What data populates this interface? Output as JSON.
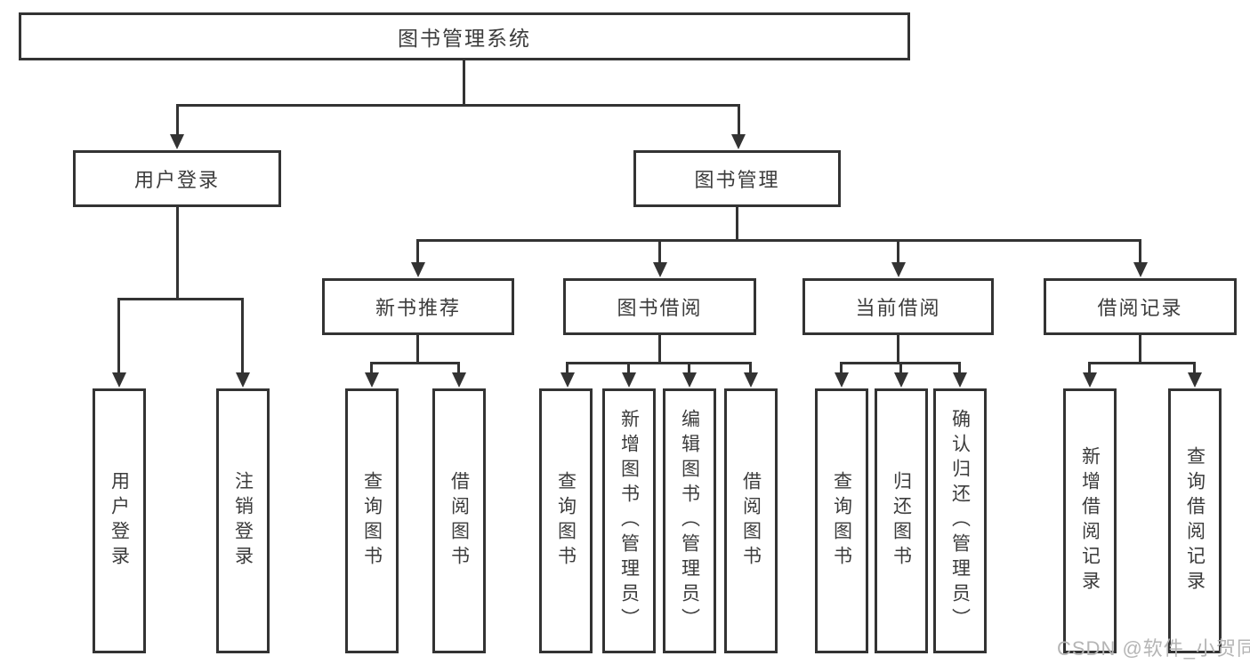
{
  "colors": {
    "line": "#333333",
    "box_border": "#333333",
    "box_fill": "#ffffff",
    "text": "#3c3c3c",
    "watermark_text_color": "#b5b5b5",
    "background": "#ffffff"
  },
  "tree": {
    "root": {
      "label": "图书管理系统"
    },
    "branches": [
      {
        "label": "用户登录",
        "children": [
          {
            "label": "用户登录"
          },
          {
            "label": "注销登录"
          }
        ]
      },
      {
        "label": "图书管理",
        "children": [
          {
            "label": "新书推荐",
            "children": [
              {
                "label": "查询图书"
              },
              {
                "label": "借阅图书"
              }
            ]
          },
          {
            "label": "图书借阅",
            "children": [
              {
                "label": "查询图书"
              },
              {
                "label": "新增图书（管理员）"
              },
              {
                "label": "编辑图书（管理员）"
              },
              {
                "label": "借阅图书"
              }
            ]
          },
          {
            "label": "当前借阅",
            "children": [
              {
                "label": "查询图书"
              },
              {
                "label": "归还图书"
              },
              {
                "label": "确认归还（管理员）"
              }
            ]
          },
          {
            "label": "借阅记录",
            "children": [
              {
                "label": "新增借阅记录"
              },
              {
                "label": "查询借阅记录"
              }
            ]
          }
        ]
      }
    ]
  },
  "watermark": {
    "text": "CSDN @软件_小贺同学"
  }
}
